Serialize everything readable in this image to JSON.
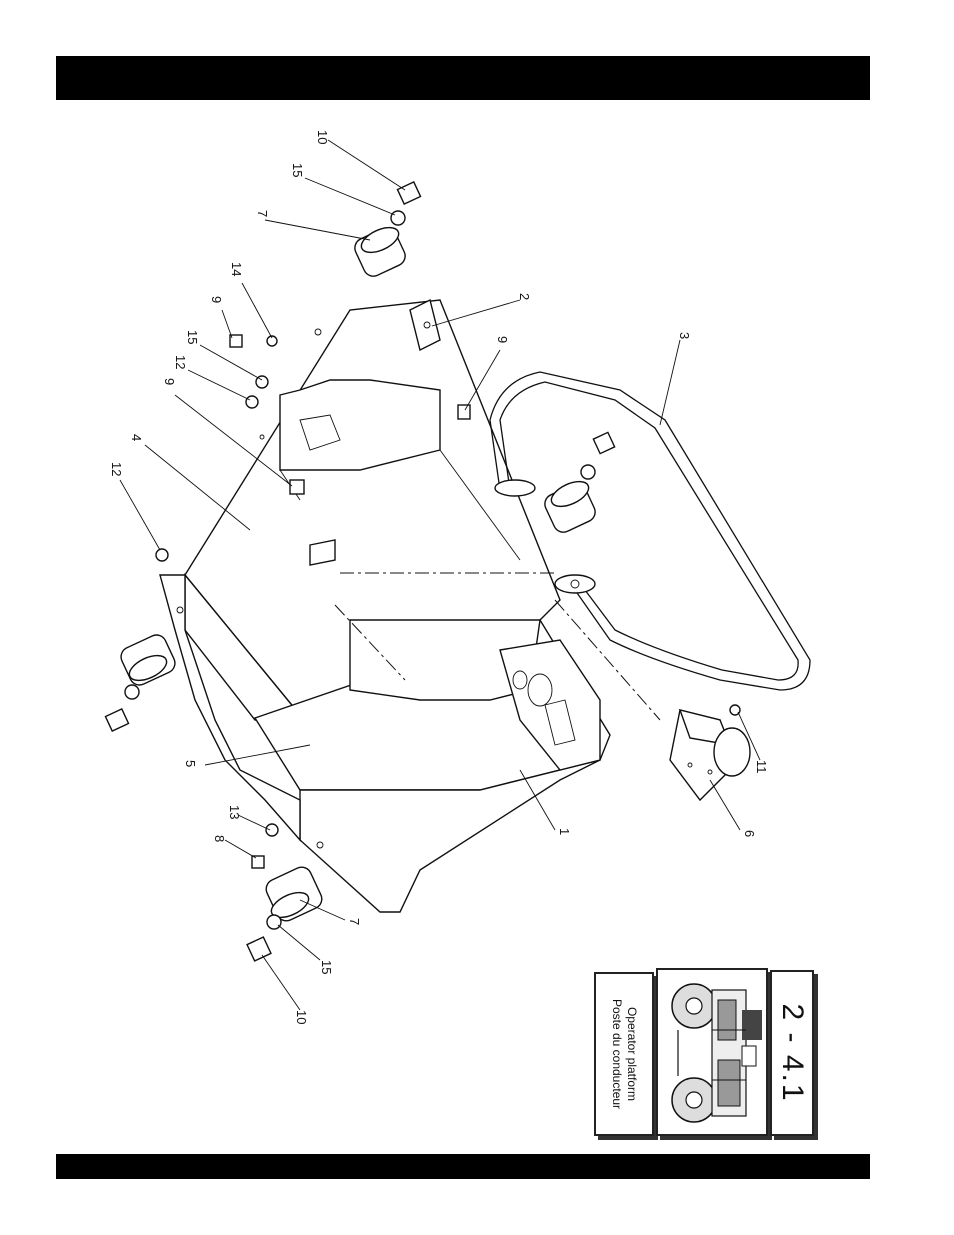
{
  "callouts": {
    "c1": "1",
    "c2": "2",
    "c3": "3",
    "c4": "4",
    "c5": "5",
    "c6": "6",
    "c7a": "7",
    "c7b": "7",
    "c8": "8",
    "c9a": "9",
    "c9b": "9",
    "c9c": "9",
    "c10a": "10",
    "c10b": "10",
    "c11": "11",
    "c12a": "12",
    "c12b": "12",
    "c13": "13",
    "c14": "14",
    "c15a": "15",
    "c15b": "15",
    "c15c": "15"
  },
  "section_card": {
    "label_en": "Operator platform",
    "label_fr": "Poste du conducteur",
    "image_icon": "roller-machine-illustration",
    "section_number": "2 - 4.1"
  }
}
